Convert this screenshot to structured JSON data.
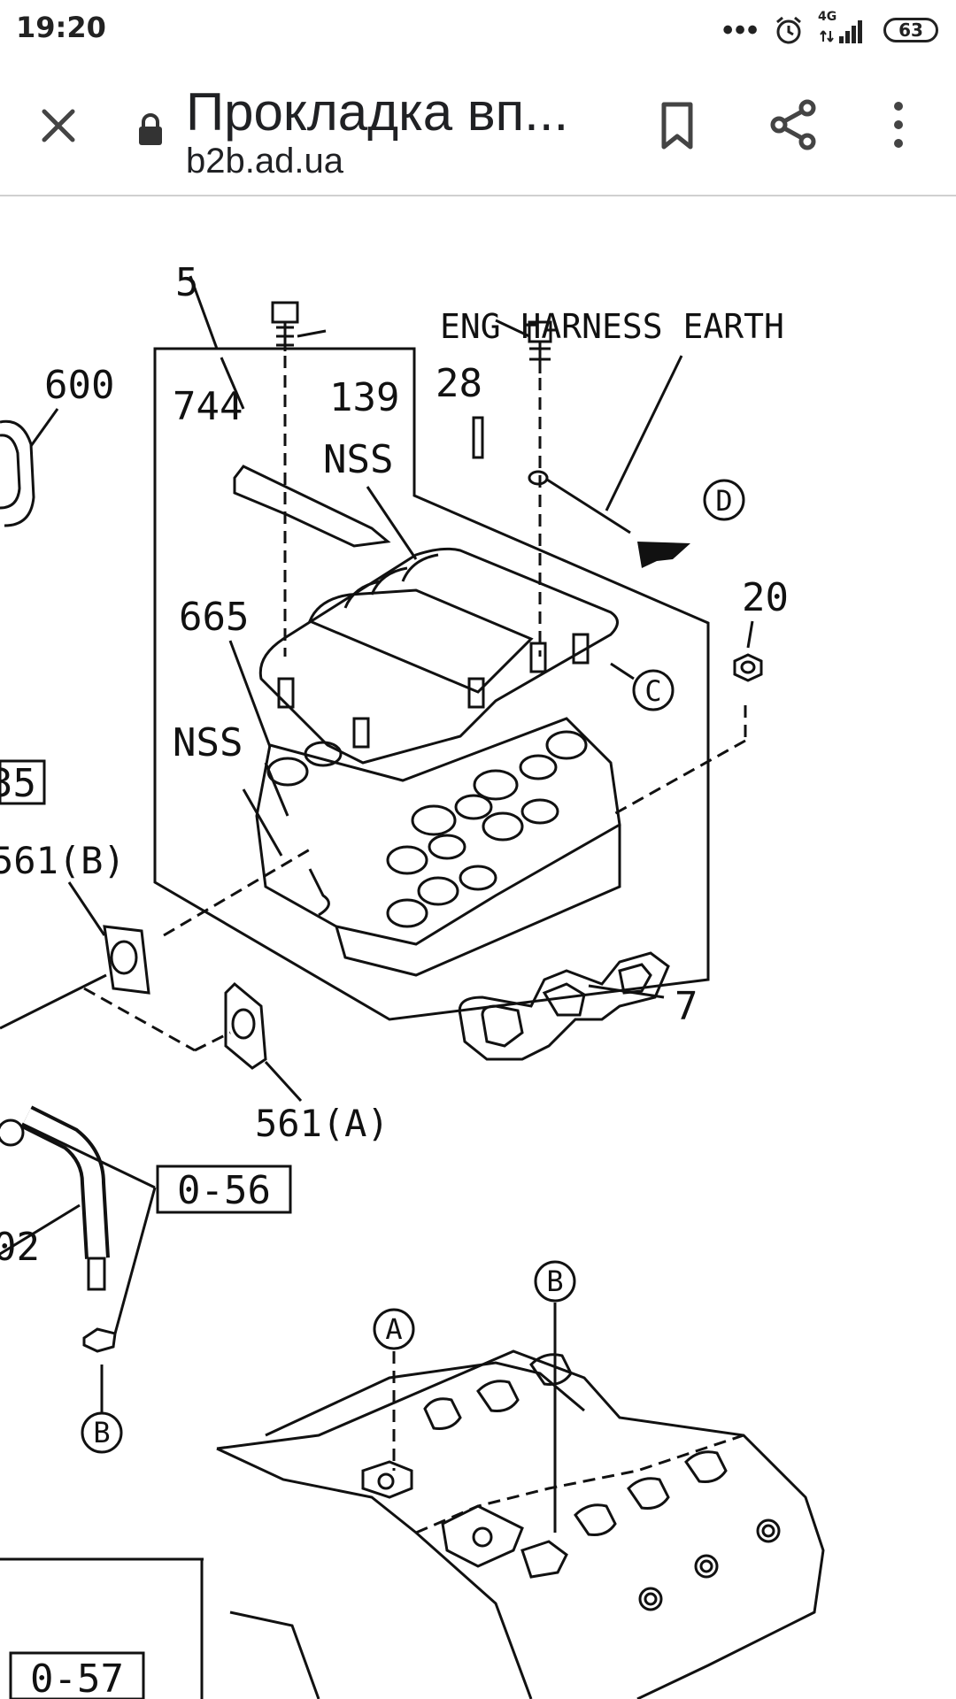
{
  "status_bar": {
    "time": "19:20",
    "network": "4G",
    "battery": "63",
    "icons": [
      "more-dots-icon",
      "alarm-icon",
      "signal-icon",
      "battery-icon"
    ]
  },
  "toolbar": {
    "title": "Прокладка вп...",
    "url": "b2b.ad.ua",
    "icons": [
      "close-icon",
      "lock-icon",
      "bookmark-icon",
      "share-icon",
      "more-vert-icon"
    ]
  },
  "diagram": {
    "callouts": {
      "c5": "5",
      "c600": "600",
      "c744": "744",
      "c139": "139",
      "c28": "28",
      "eng": "ENG HARNESS EARTH",
      "nss1": "NSS",
      "nss2": "NSS",
      "cD": "D",
      "cC": "C",
      "c20": "20",
      "c665": "665",
      "c35": "35",
      "c561b": "561(B)",
      "c7": "7",
      "c561a": "561(A)",
      "c056": "0-56",
      "c02": "02",
      "cB1": "B",
      "cA": "A",
      "cB2": "B",
      "c057": "0-57"
    }
  }
}
